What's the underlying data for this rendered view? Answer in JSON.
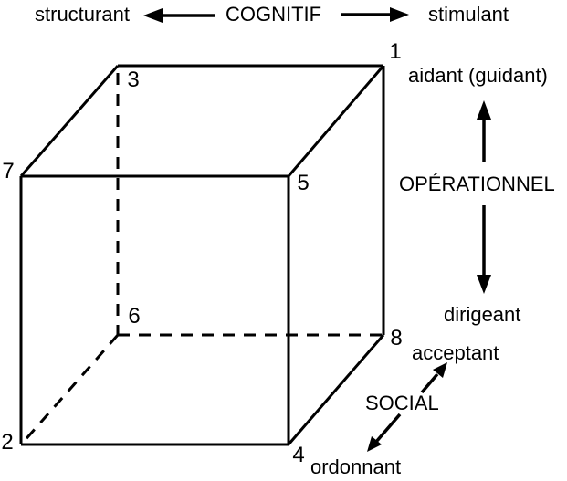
{
  "diagram": {
    "description": "Wireframe cube with eight numbered vertices and three labeled bipolar axes",
    "colors": {
      "ink": "#000000",
      "background": "#ffffff"
    }
  },
  "axes": {
    "cognitif": {
      "label": "COGNITIF",
      "left": "structurant",
      "right": "stimulant"
    },
    "operationnel": {
      "label": "OPÉRATIONNEL",
      "top": "aidant (guidant)",
      "bottom": "dirigeant"
    },
    "social": {
      "label": "SOCIAL",
      "up": "acceptant",
      "down": "ordonnant"
    }
  },
  "cube": {
    "vertex_labels": {
      "v1": "1",
      "v2": "2",
      "v3": "3",
      "v4": "4",
      "v5": "5",
      "v6": "6",
      "v7": "7",
      "v8": "8"
    }
  }
}
